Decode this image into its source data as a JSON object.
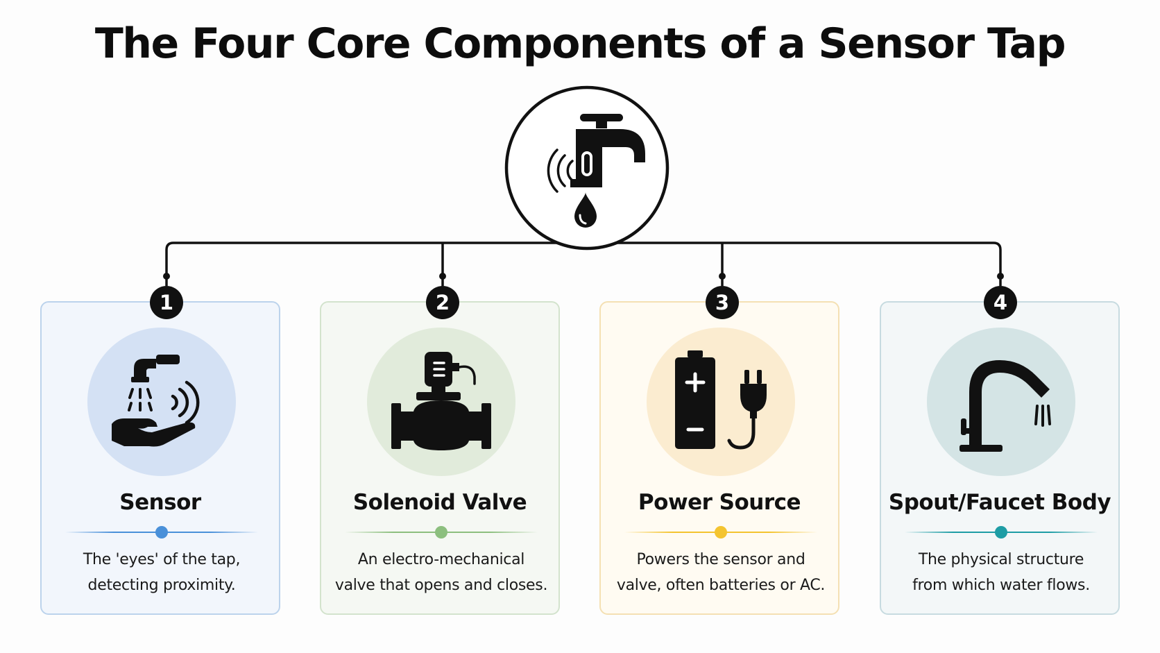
{
  "title": "The Four Core Components of a Sensor Tap",
  "hub": {
    "icon": "sensor-tap-icon"
  },
  "components": [
    {
      "number": "1",
      "title": "Sensor",
      "description_line1": "The 'eyes' of the tap,",
      "description_line2": "detecting proximity.",
      "icon": "hand-sensor-icon",
      "colors": {
        "card_bg": "#f2f6fc",
        "border": "#bcd3ec",
        "circle": "#d4e1f4",
        "accent": "#4a90d9"
      }
    },
    {
      "number": "2",
      "title": "Solenoid Valve",
      "description_line1": "An electro-mechanical",
      "description_line2": "valve that opens and closes.",
      "icon": "solenoid-valve-icon",
      "colors": {
        "card_bg": "#f5f8f3",
        "border": "#d3e3cd",
        "circle": "#e1ebdb",
        "accent": "#8cbf7e"
      }
    },
    {
      "number": "3",
      "title": "Power Source",
      "description_line1": "Powers the sensor and",
      "description_line2": "valve, often batteries or AC.",
      "icon": "battery-plug-icon",
      "colors": {
        "card_bg": "#fffbf2",
        "border": "#f4e0b3",
        "circle": "#fbecd0",
        "accent": "#f4c430"
      }
    },
    {
      "number": "4",
      "title": "Spout/Faucet Body",
      "description_line1": "The physical structure",
      "description_line2": "from which water flows.",
      "icon": "faucet-body-icon",
      "colors": {
        "card_bg": "#f3f7f8",
        "border": "#c7dbe0",
        "circle": "#d4e4e5",
        "accent": "#1e9da5"
      }
    }
  ]
}
